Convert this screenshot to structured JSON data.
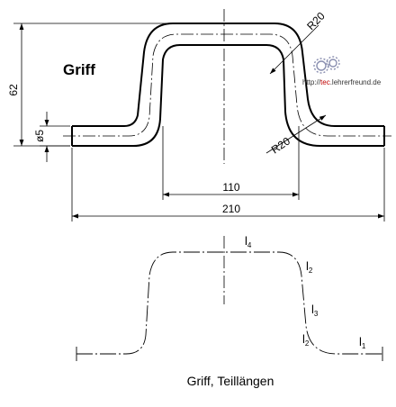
{
  "drawing": {
    "title": "Griff",
    "caption": "Griff, Teillängen",
    "watermark": {
      "prefix": "http://",
      "highlight": "tec",
      "suffix": ".lehrerfreund.de",
      "logo_icon": "gears-logo-icon"
    }
  },
  "dimensions": {
    "total_height": "62",
    "wire_diameter": "ø5",
    "inner_width": "110",
    "total_width": "210",
    "radius_top": "R20",
    "radius_bottom": "R20"
  },
  "part_lengths": {
    "l1": {
      "base": "l",
      "sub": "1"
    },
    "l2_top": {
      "base": "l",
      "sub": "2"
    },
    "l2_bottom": {
      "base": "l",
      "sub": "2"
    },
    "l3": {
      "base": "l",
      "sub": "3"
    },
    "l4": {
      "base": "l",
      "sub": "4"
    }
  },
  "colors": {
    "line": "#000000",
    "watermark_accent": "#c00000"
  }
}
